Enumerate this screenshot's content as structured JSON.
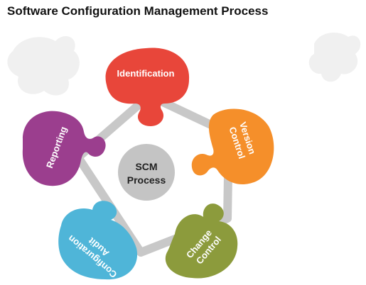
{
  "title": "Software Configuration Management Process",
  "center": {
    "line1": "SCM",
    "line2": "Process"
  },
  "pieces": [
    {
      "id": "identification",
      "lines": [
        "Identification"
      ],
      "color": "#e8463a"
    },
    {
      "id": "version-control",
      "lines": [
        "Version",
        "Control"
      ],
      "color": "#f58f2a"
    },
    {
      "id": "change-control",
      "lines": [
        "Change",
        "Control"
      ],
      "color": "#8c9b3c"
    },
    {
      "id": "configuration-audit",
      "lines": [
        "Configuration",
        "Audit"
      ],
      "color": "#4fb5d8"
    },
    {
      "id": "reporting",
      "lines": [
        "Reporting"
      ],
      "color": "#9b3e8e"
    }
  ],
  "colors": {
    "ring": "#c8c8c8",
    "center": "#c4c4c4",
    "watermark": "#f0f0f0"
  }
}
